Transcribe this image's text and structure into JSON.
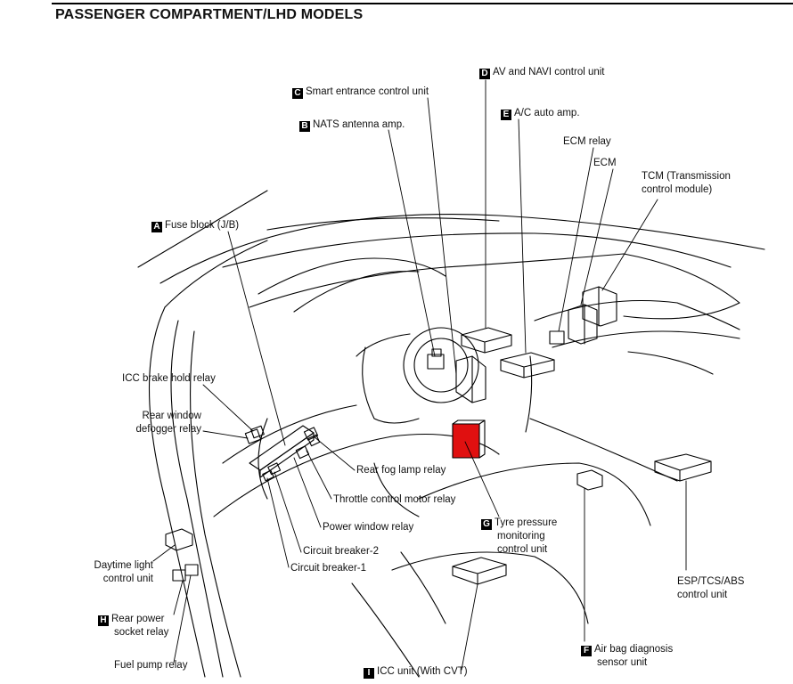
{
  "title": "PASSENGER COMPARTMENT/LHD MODELS",
  "highlight_color": "#e01010",
  "callouts": [
    {
      "id": "D",
      "letter": "D",
      "text": "AV and NAVI control unit"
    },
    {
      "id": "C",
      "letter": "C",
      "text": "Smart entrance control unit"
    },
    {
      "id": "E",
      "letter": "E",
      "text": "A/C auto amp."
    },
    {
      "id": "B",
      "letter": "B",
      "text": "NATS antenna amp."
    },
    {
      "id": "ECM_relay",
      "text": "ECM relay"
    },
    {
      "id": "ECM",
      "text": "ECM"
    },
    {
      "id": "TCM",
      "lines": [
        "TCM (Transmission",
        "control module)"
      ]
    },
    {
      "id": "A",
      "letter": "A",
      "text": "Fuse block (J/B)"
    },
    {
      "id": "ICC_brake",
      "text": "ICC brake hold relay"
    },
    {
      "id": "rear_defogger",
      "lines": [
        "Rear window",
        "defogger relay"
      ]
    },
    {
      "id": "rear_fog",
      "text": "Rear fog lamp relay"
    },
    {
      "id": "throttle",
      "text": "Throttle control motor relay"
    },
    {
      "id": "power_window",
      "text": "Power window relay"
    },
    {
      "id": "G",
      "letter": "G",
      "lines": [
        "Tyre pressure",
        "monitoring",
        "control unit"
      ]
    },
    {
      "id": "cb2",
      "text": "Circuit breaker-2"
    },
    {
      "id": "cb1",
      "text": "Circuit breaker-1"
    },
    {
      "id": "daytime",
      "lines": [
        "Daytime light",
        "control unit"
      ]
    },
    {
      "id": "H",
      "letter": "H",
      "lines": [
        "Rear power",
        "socket relay"
      ]
    },
    {
      "id": "fuel_pump",
      "text": "Fuel pump relay"
    },
    {
      "id": "I",
      "letter": "I",
      "text": "ICC unit (With CVT)"
    },
    {
      "id": "F",
      "letter": "F",
      "lines": [
        "Air bag diagnosis",
        "sensor unit"
      ]
    },
    {
      "id": "esp",
      "lines": [
        "ESP/TCS/ABS",
        "control unit"
      ]
    }
  ]
}
